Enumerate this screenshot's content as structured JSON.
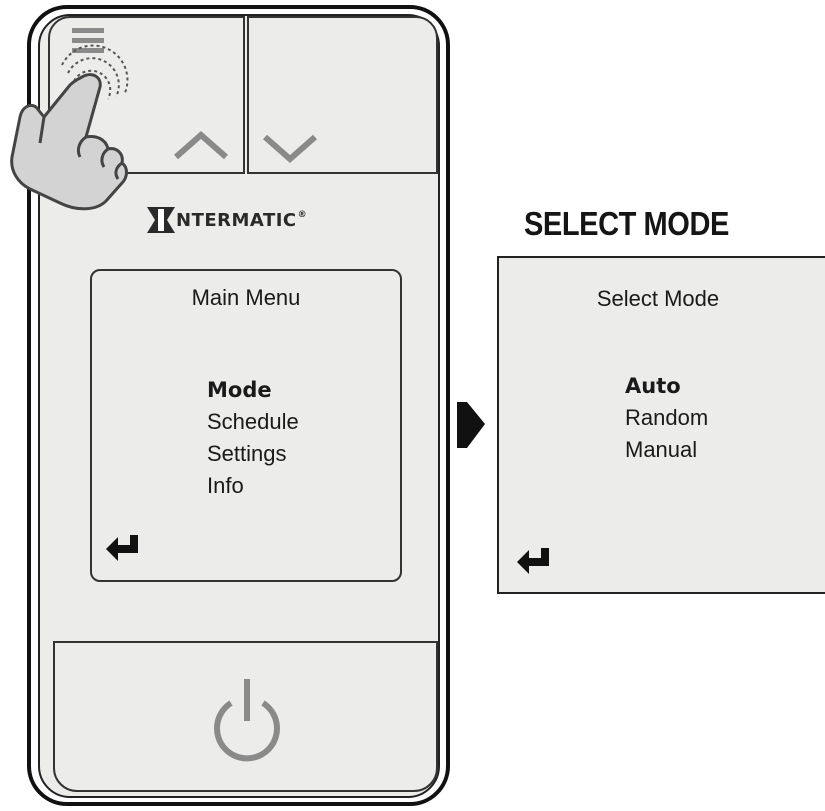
{
  "brand": {
    "name": "NTERMATIC",
    "registered": "®"
  },
  "main_screen": {
    "title": "Main Menu",
    "items": [
      "Mode",
      "Schedule",
      "Settings",
      "Info"
    ],
    "selected": "Mode"
  },
  "mode_panel": {
    "heading": "SELECT MODE",
    "title": "Select Mode",
    "items": [
      "Auto",
      "Random",
      "Manual"
    ],
    "selected": "Auto"
  },
  "icons": {
    "menu": "menu-icon",
    "up": "chevron-up-icon",
    "down": "chevron-down-icon",
    "power": "power-icon",
    "back": "return-arrow-icon",
    "hand": "pointing-hand-icon",
    "next": "arrow-right-icon"
  },
  "colors": {
    "panel": "#ececea",
    "stroke": "#222222",
    "icon_gray": "#8a8a8a"
  }
}
